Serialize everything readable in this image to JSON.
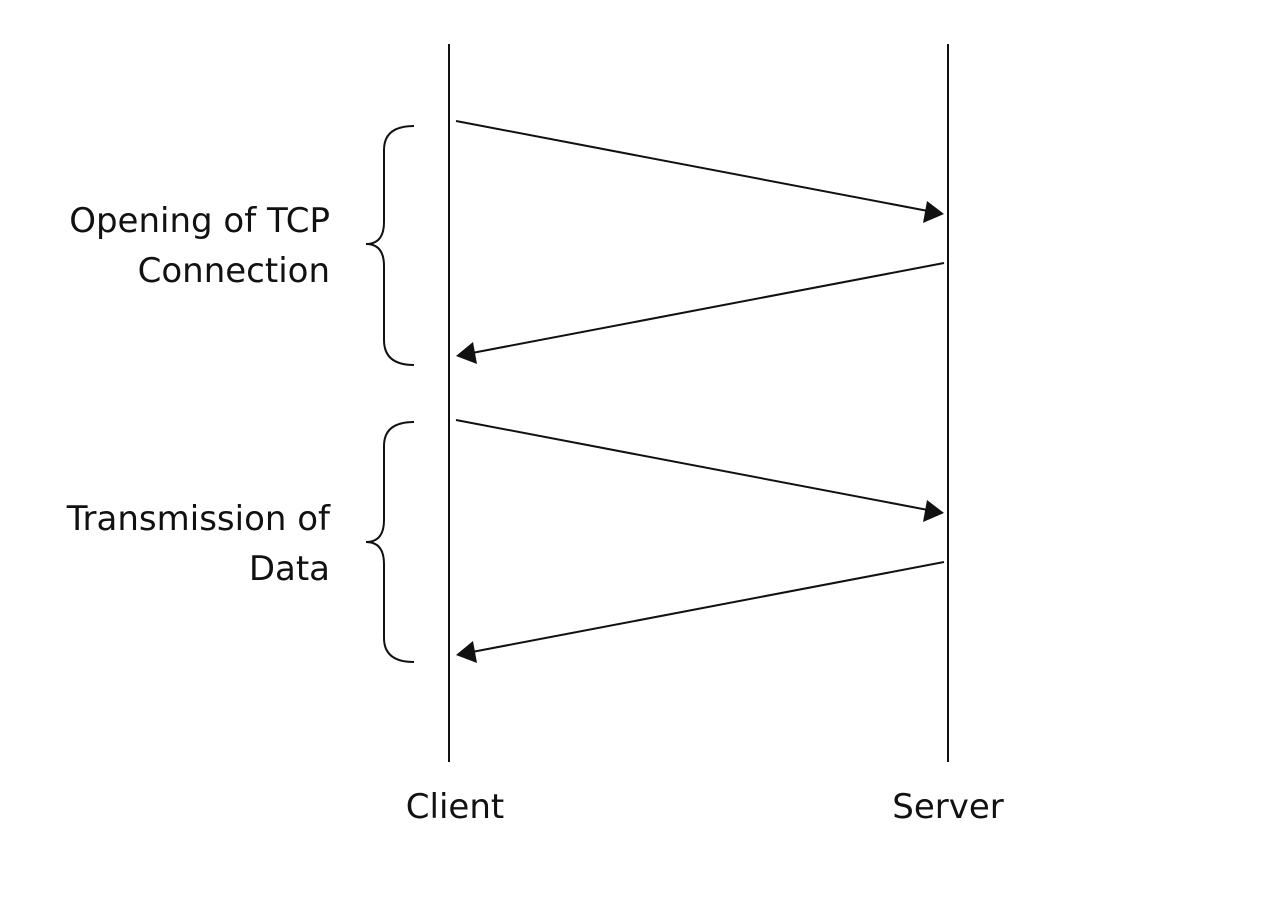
{
  "participants": {
    "client": "Client",
    "server": "Server"
  },
  "phases": [
    {
      "line1": "Opening of TCP",
      "line2": "Connection"
    },
    {
      "line1": "Transmission of",
      "line2": "Data"
    }
  ],
  "messages": [
    {
      "from": "client",
      "to": "server"
    },
    {
      "from": "server",
      "to": "client"
    },
    {
      "from": "client",
      "to": "server"
    },
    {
      "from": "server",
      "to": "client"
    }
  ],
  "colors": {
    "line": "#111111",
    "text": "#111111",
    "background": "#ffffff"
  }
}
